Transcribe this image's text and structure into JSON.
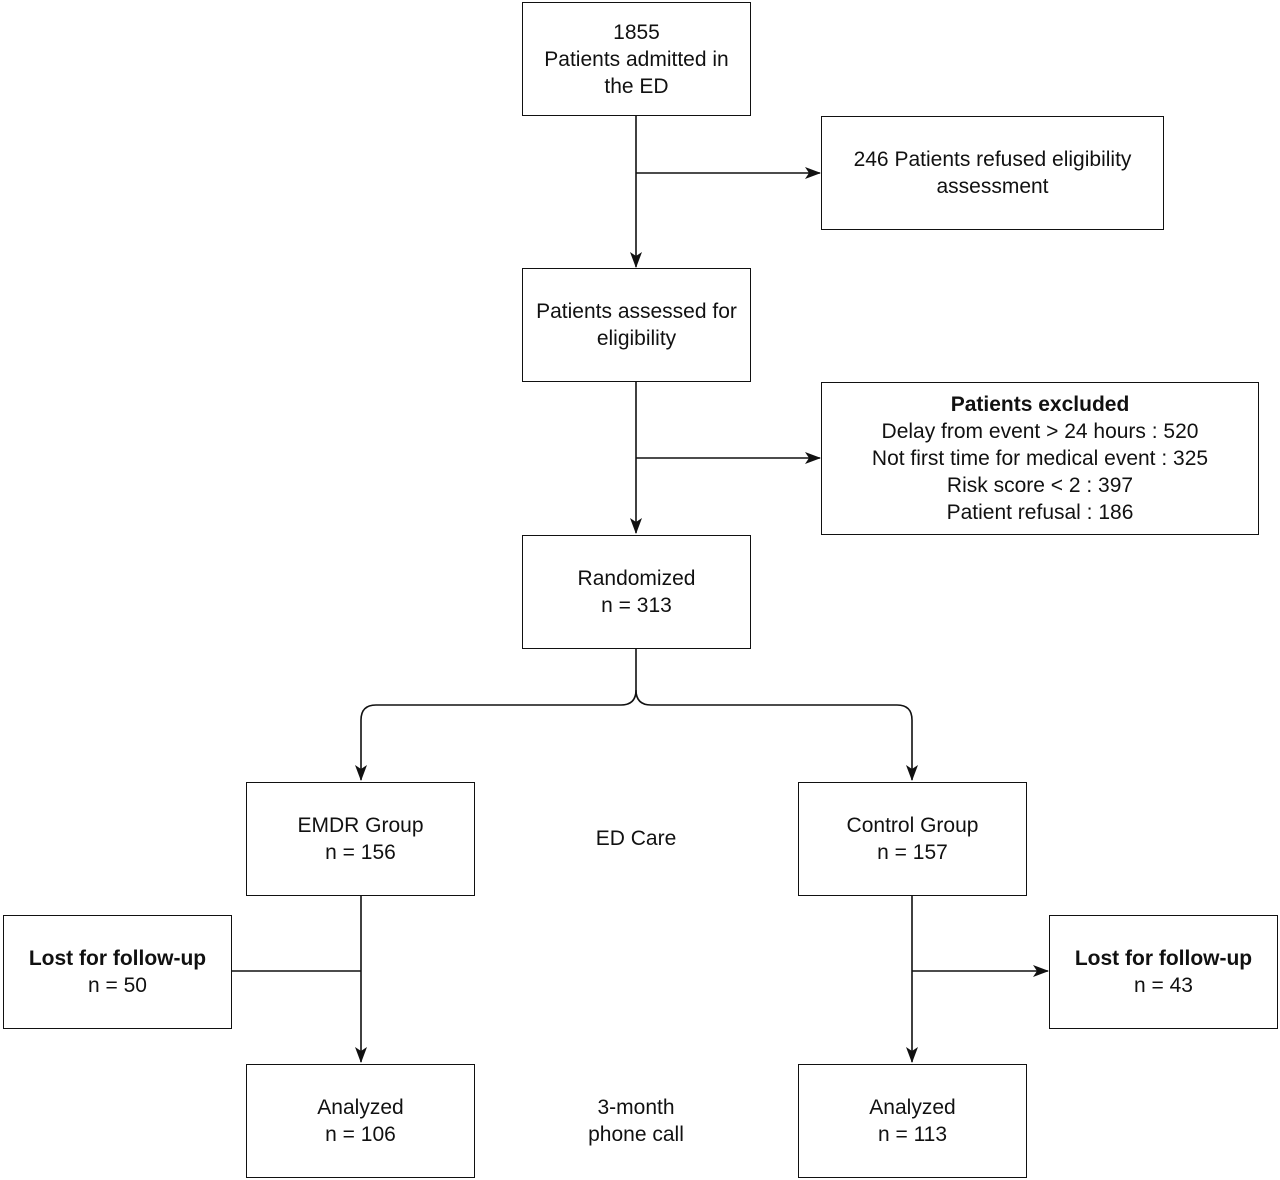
{
  "nodes": {
    "admitted": {
      "line1": "1855",
      "line2": "Patients admitted in",
      "line3": "the ED"
    },
    "refused": {
      "line1": "246 Patients refused eligibility",
      "line2": "assessment"
    },
    "assessed": {
      "line1": "Patients assessed for",
      "line2": "eligibility"
    },
    "excluded": {
      "title": "Patients excluded",
      "items": [
        "Delay from event > 24 hours : 520",
        "Not first time for medical event : 325",
        "Risk score < 2 : 397",
        "Patient refusal : 186"
      ]
    },
    "randomized": {
      "label": "Randomized",
      "n": "n = 313"
    },
    "emdr": {
      "label": "EMDR Group",
      "n": "n = 156"
    },
    "control": {
      "label": "Control Group",
      "n": "n = 157"
    },
    "lost_left": {
      "label": "Lost for follow-up",
      "n": "n = 50"
    },
    "lost_right": {
      "label": "Lost for follow-up",
      "n": "n = 43"
    },
    "analyzed_left": {
      "label": "Analyzed",
      "n": "n = 106"
    },
    "analyzed_right": {
      "label": "Analyzed",
      "n": "n = 113"
    }
  },
  "stage_labels": {
    "ed_care": "ED Care",
    "followup_line1": "3-month",
    "followup_line2": "phone call"
  }
}
